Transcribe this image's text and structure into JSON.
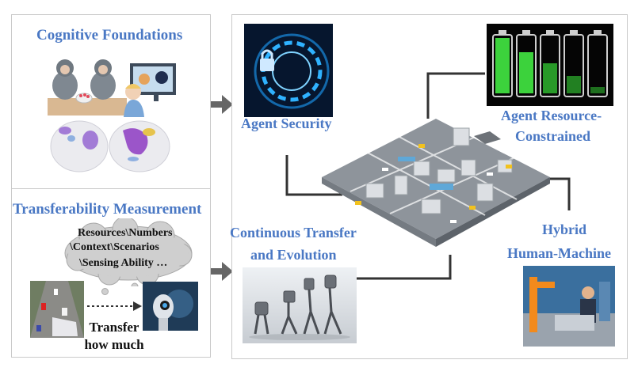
{
  "left_top": {
    "title": "Cognitive Foundations"
  },
  "left_bottom": {
    "title": "Transferability Measurement",
    "cloud_lines": [
      "Resources\\Numbers",
      "\\Context\\Scenarios",
      "\\Sensing Ability …"
    ],
    "transfer_line1": "Transfer",
    "transfer_line2": "how much"
  },
  "right": {
    "agent_security": "Agent Security",
    "agent_resource_line1": "Agent Resource-",
    "agent_resource_line2": "Constrained",
    "continuous_line1": "Continuous Transfer",
    "continuous_line2": "and Evolution",
    "hybrid_line1": "Hybrid",
    "hybrid_line2": "Human-Machine"
  },
  "colors": {
    "title_blue": "#4a78c4",
    "arrow_gray": "#666666",
    "battery_green": "#3cd23c"
  }
}
